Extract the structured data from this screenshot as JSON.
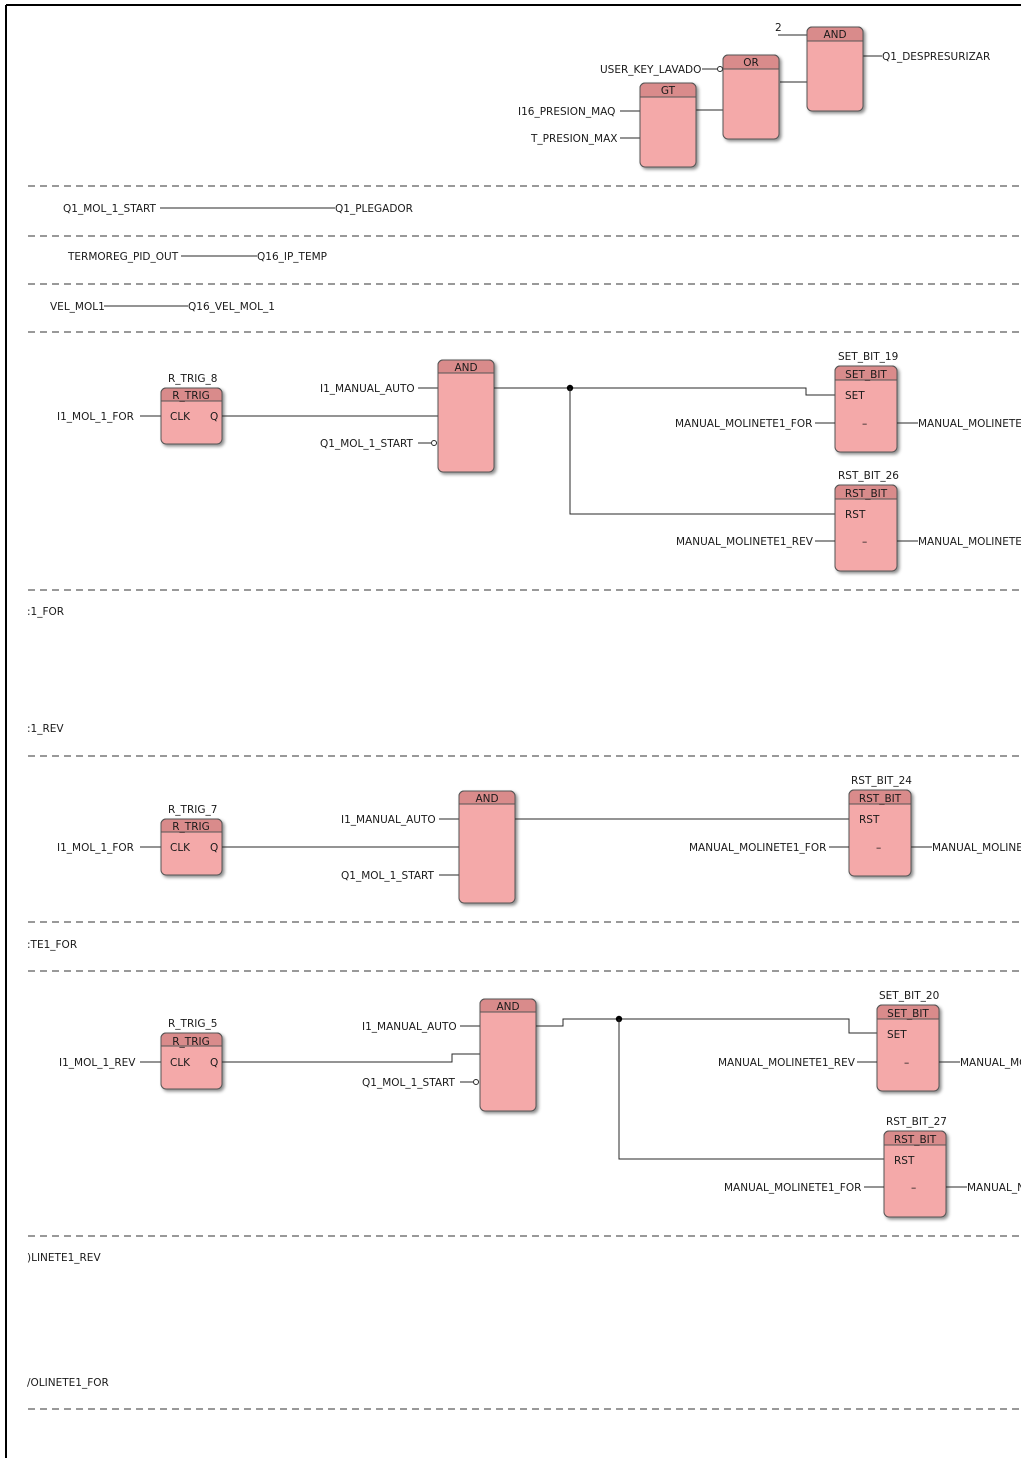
{
  "fbd": {
    "rung1": {
      "constant": "2",
      "and_type": "AND",
      "or_type": "OR",
      "gt_type": "GT",
      "user_key": "USER_KEY_LAVADO",
      "i16": "I16_PRESION_MAQ",
      "t_max": "T_PRESION_MAX",
      "out": "Q1_DESPRESURIZAR"
    },
    "rung2": {
      "in": "Q1_MOL_1_START",
      "out": "Q1_PLEGADOR"
    },
    "rung3": {
      "in": "TERMOREG_PID_OUT",
      "out": "Q16_IP_TEMP"
    },
    "rung4": {
      "in": "VEL_MOL1",
      "out": "Q16_VEL_MOL_1"
    },
    "rung5": {
      "rtrig_inst": "R_TRIG_8",
      "rtrig_type": "R_TRIG",
      "clk": "CLK",
      "q": "Q",
      "rtrig_in": "I1_MOL_1_FOR",
      "and_type": "AND",
      "and_in1": "I1_MANUAL_AUTO",
      "and_in2": "Q1_MOL_1_START",
      "set_inst": "SET_BIT_19",
      "set_type": "SET_BIT",
      "set_pin": "SET",
      "set_in": "MANUAL_MOLINETE1_FOR",
      "set_out": "MANUAL_MOLINETE",
      "rst_inst": "RST_BIT_26",
      "rst_type": "RST_BIT",
      "rst_pin": "RST",
      "rst_in": "MANUAL_MOLINETE1_REV",
      "rst_out": "MANUAL_MOLINETE",
      "dash": "–"
    },
    "gap5": {
      "a": ":1_FOR",
      "b": ":1_REV"
    },
    "rung6": {
      "rtrig_inst": "R_TRIG_7",
      "rtrig_type": "R_TRIG",
      "clk": "CLK",
      "q": "Q",
      "rtrig_in": "I1_MOL_1_FOR",
      "and_type": "AND",
      "and_in1": "I1_MANUAL_AUTO",
      "and_in2": "Q1_MOL_1_START",
      "rst_inst": "RST_BIT_24",
      "rst_type": "RST_BIT",
      "rst_pin": "RST",
      "rst_in": "MANUAL_MOLINETE1_FOR",
      "rst_out": "MANUAL_MOLINE",
      "dash": "–"
    },
    "gap6": {
      "a": ":TE1_FOR"
    },
    "rung7": {
      "rtrig_inst": "R_TRIG_5",
      "rtrig_type": "R_TRIG",
      "clk": "CLK",
      "q": "Q",
      "rtrig_in": "I1_MOL_1_REV",
      "and_type": "AND",
      "and_in1": "I1_MANUAL_AUTO",
      "and_in2": "Q1_MOL_1_START",
      "set_inst": "SET_BIT_20",
      "set_type": "SET_BIT",
      "set_pin": "SET",
      "set_in": "MANUAL_MOLINETE1_REV",
      "set_out": "MANUAL_MC",
      "rst_inst": "RST_BIT_27",
      "rst_type": "RST_BIT",
      "rst_pin": "RST",
      "rst_in": "MANUAL_MOLINETE1_FOR",
      "rst_out": "MANUAL_N",
      "dash": "–"
    },
    "gap7": {
      "a": ")LINETE1_REV",
      "b": "/OLINETE1_FOR"
    }
  },
  "colors": {
    "block_fill": "#f4a9a9",
    "block_header": "#d98b8b",
    "block_stroke": "#555555",
    "frame": "#000000"
  }
}
